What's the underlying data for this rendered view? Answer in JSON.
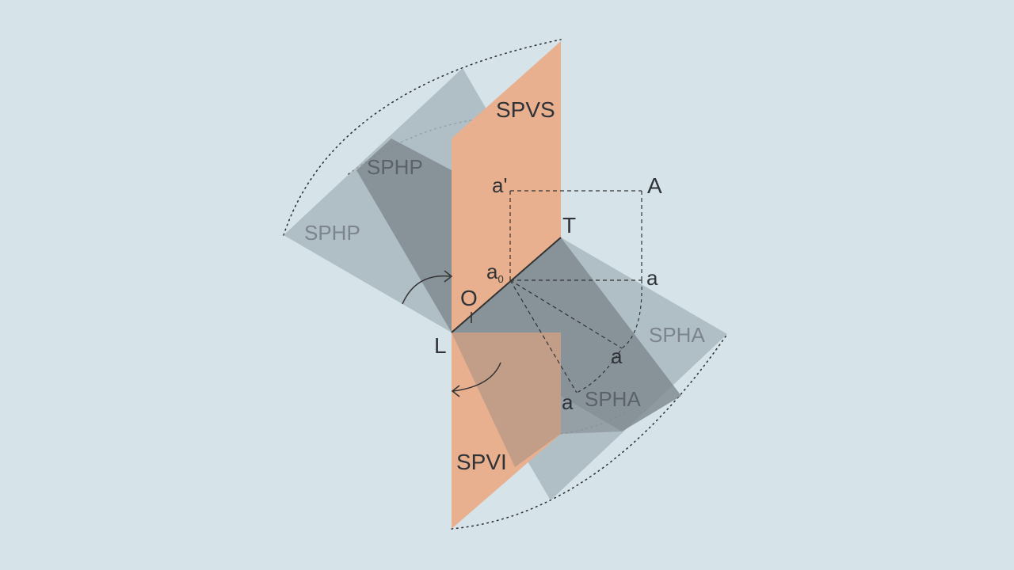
{
  "colors": {
    "background": "#d6e4ea",
    "vertical_plane": "#e8b08e",
    "horizontal_plane_light": "#a9b7be",
    "horizontal_plane_dark": "#7d878d",
    "line": "#333333"
  },
  "labels": {
    "spvs": "SPVS",
    "spvi": "SPVI",
    "sphp_upper": "SPHP",
    "sphp_lower": "SPHP",
    "spha_right": "SPHA",
    "spha_lower": "SPHA",
    "a_prime": "a'",
    "A": "A",
    "T": "T",
    "a0_base": "a",
    "a0_sub": "0",
    "a_right": "a",
    "O": "O",
    "L": "L",
    "a_arc1": "a",
    "a_arc2": "a"
  }
}
